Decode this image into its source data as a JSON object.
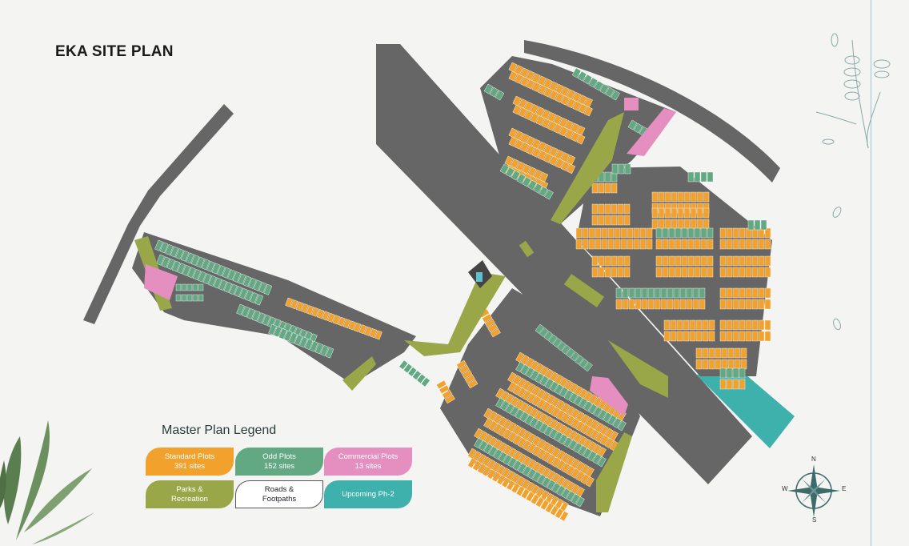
{
  "page": {
    "title": "EKA SITE PLAN"
  },
  "legend": {
    "title": "Master Plan Legend",
    "items": [
      {
        "key": "standard",
        "label": "Standard Plots",
        "count": "391 sites",
        "color": "#f2a22c"
      },
      {
        "key": "odd",
        "label": "Odd Plots",
        "count": "152 sites",
        "color": "#62a882"
      },
      {
        "key": "commercial",
        "label": "Commercial Plots",
        "count": "13 sites",
        "color": "#e58fc0"
      },
      {
        "key": "parks",
        "label": "Parks &",
        "label2": "Recreation",
        "color": "#9aa748"
      },
      {
        "key": "roads",
        "label": "Roads &",
        "label2": "Footpaths",
        "color": "#ffffff"
      },
      {
        "key": "upcoming",
        "label": "Upcoming Ph-2",
        "color": "#3eb1ad"
      }
    ]
  },
  "compass": {
    "n": "N",
    "s": "S",
    "e": "E",
    "w": "W"
  },
  "colors": {
    "road": "#666666",
    "standard": "#f2a22c",
    "odd": "#62a882",
    "commercial": "#e58fc0",
    "park": "#9aa748",
    "upcoming": "#3eb1ad"
  }
}
